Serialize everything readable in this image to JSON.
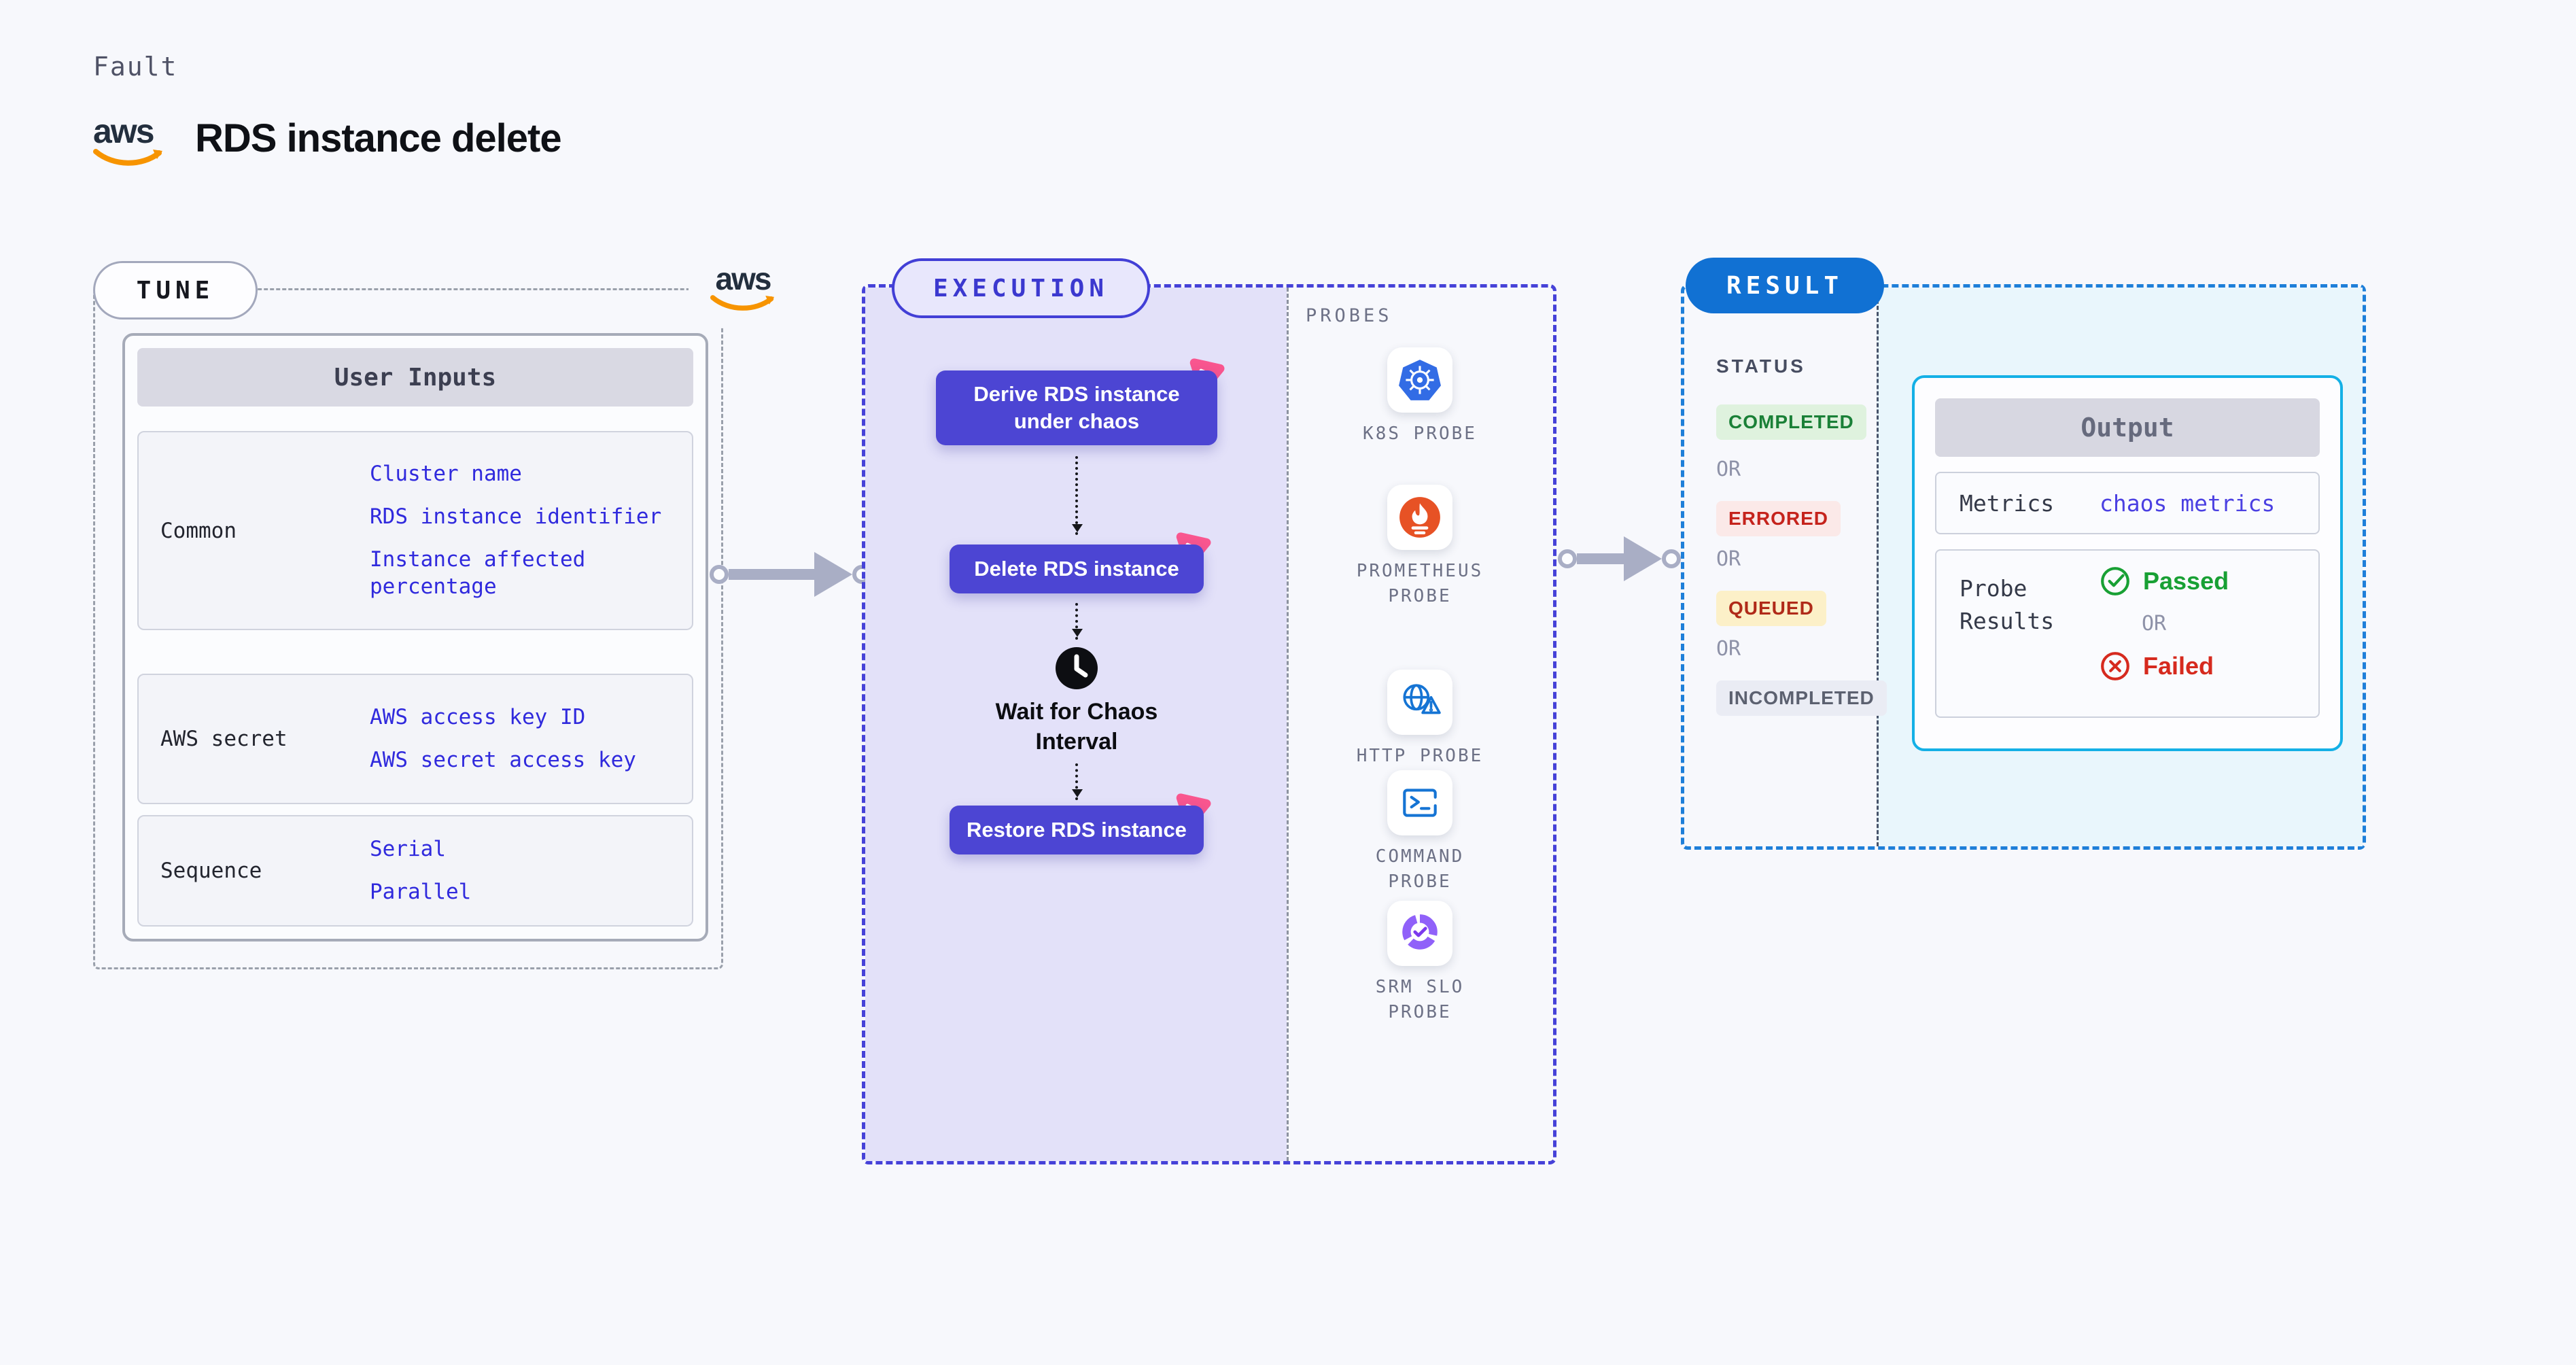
{
  "header": {
    "category": "Fault",
    "title": "RDS instance delete",
    "brand": "aws"
  },
  "tune": {
    "label": "TUNE",
    "brand": "aws",
    "user_inputs": {
      "header": "User Inputs",
      "rows": [
        {
          "label": "Common",
          "values": [
            "Cluster name",
            "RDS instance identifier",
            "Instance affected percentage"
          ]
        },
        {
          "label": "AWS secret",
          "values": [
            "AWS access key ID",
            "AWS secret access key"
          ]
        },
        {
          "label": "Sequence",
          "values": [
            "Serial",
            "Parallel"
          ]
        }
      ]
    }
  },
  "execution": {
    "label": "EXECUTION",
    "nodes": {
      "derive": "Derive RDS instance under chaos",
      "delete": "Delete RDS instance",
      "wait": "Wait for Chaos Interval",
      "restore": "Restore RDS instance"
    }
  },
  "probes": {
    "header": "PROBES",
    "items": [
      {
        "label": "K8S PROBE",
        "icon": "kubernetes-icon"
      },
      {
        "label": "PROMETHEUS PROBE",
        "icon": "prometheus-icon"
      },
      {
        "label": "HTTP PROBE",
        "icon": "http-globe-icon"
      },
      {
        "label": "COMMAND PROBE",
        "icon": "terminal-icon"
      },
      {
        "label": "SRM SLO PROBE",
        "icon": "slo-donut-icon"
      }
    ]
  },
  "result": {
    "label": "RESULT",
    "status": {
      "header": "STATUS",
      "or": "OR",
      "states": [
        {
          "label": "COMPLETED",
          "fg": "#1a8037",
          "bg": "#dff2de"
        },
        {
          "label": "ERRORED",
          "fg": "#c5231c",
          "bg": "#fbe9e8"
        },
        {
          "label": "QUEUED",
          "fg": "#b02a19",
          "bg": "#fcf0c8"
        },
        {
          "label": "INCOMPLETED",
          "fg": "#5c6170",
          "bg": "#eaecf4"
        }
      ]
    },
    "output": {
      "header": "Output",
      "metrics_label": "Metrics",
      "metrics_value": "chaos metrics",
      "probe_results_label": "Probe Results",
      "passed": "Passed",
      "or": "OR",
      "failed": "Failed"
    }
  },
  "colors": {
    "page_bg": "#f7f8fc",
    "execution_panel": "#e3e1f9",
    "execution_accent": "#4642d8",
    "node": "#4c45d3",
    "chaos_badge": "#f9568f",
    "result_accent": "#1e7fd9",
    "result_pill": "#1171d3",
    "result_panel": "#e9f6fc",
    "output_border": "#14b0e6",
    "value_text": "#302add",
    "passed": "#18a034",
    "failed": "#d62a1e",
    "aws_orange": "#f79400",
    "connector": "#a9aec5"
  }
}
